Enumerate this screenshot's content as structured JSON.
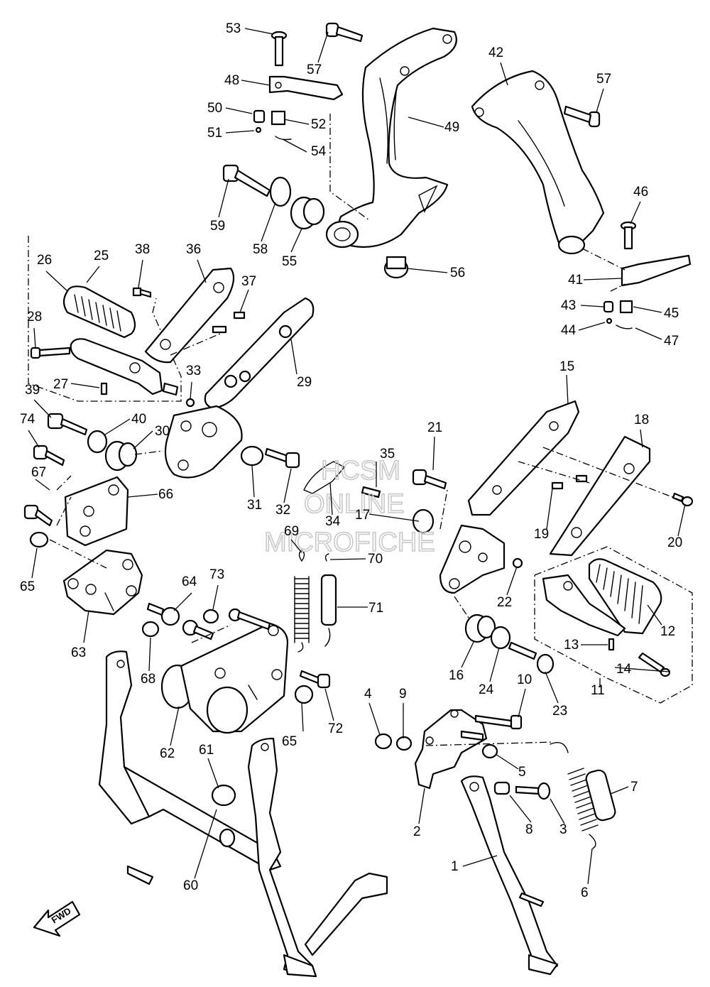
{
  "watermark": [
    "HCSM",
    "ONLINE",
    "MICROFICHE"
  ],
  "fwd_label": "FWD",
  "callouts": [
    "53",
    "57",
    "48",
    "50",
    "52",
    "51",
    "54",
    "49",
    "42",
    "57",
    "59",
    "58",
    "55",
    "56",
    "46",
    "41",
    "43",
    "45",
    "44",
    "47",
    "26",
    "25",
    "38",
    "36",
    "37",
    "28",
    "27",
    "29",
    "33",
    "39",
    "40",
    "30",
    "74",
    "67",
    "66",
    "31",
    "32",
    "35",
    "21",
    "34",
    "17",
    "15",
    "18",
    "19",
    "20",
    "65",
    "63",
    "64",
    "73",
    "68",
    "69",
    "70",
    "71",
    "22",
    "12",
    "13",
    "14",
    "11",
    "16",
    "24",
    "23",
    "62",
    "65",
    "72",
    "4",
    "9",
    "10",
    "5",
    "7",
    "61",
    "2",
    "8",
    "3",
    "60",
    "1",
    "6"
  ]
}
